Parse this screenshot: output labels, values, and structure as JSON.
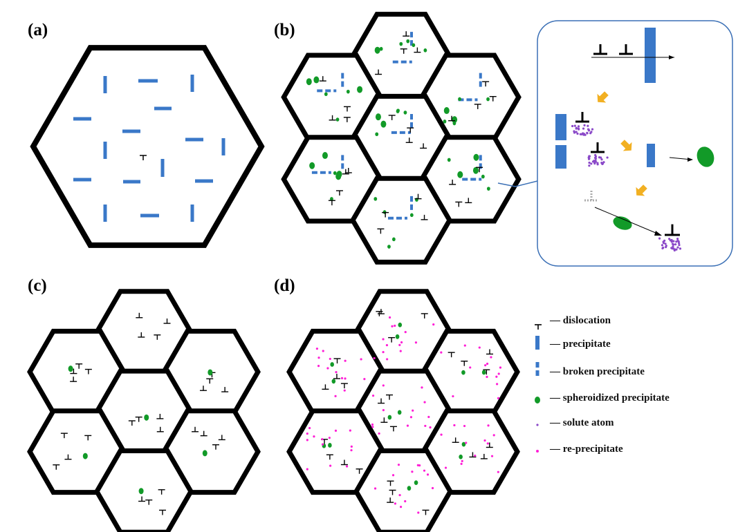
{
  "panels": {
    "a": "(a)",
    "b": "(b)",
    "c": "(c)",
    "d": "(d)"
  },
  "legend": {
    "dislocation": "— dislocation",
    "precipitate": "— precipitate",
    "broken_precipitate": "— broken precipitate",
    "spheroidized_precipitate": "— spheroidized precipitate",
    "solute_atom": "— solute atom",
    "re_precipitate": "— re-precipitate"
  },
  "colors": {
    "outline": "#000000",
    "precipitate": "#3a78c8",
    "spheroid": "#129a28",
    "solute": "#8a48c8",
    "re_precipitate": "#ff1ed6",
    "arrow": "#f2b022",
    "callout": "#3a6fb5"
  },
  "icons": {
    "dislocation": "perpendicular-symbol-icon",
    "process_arrow": "orange-block-arrow-icon"
  }
}
